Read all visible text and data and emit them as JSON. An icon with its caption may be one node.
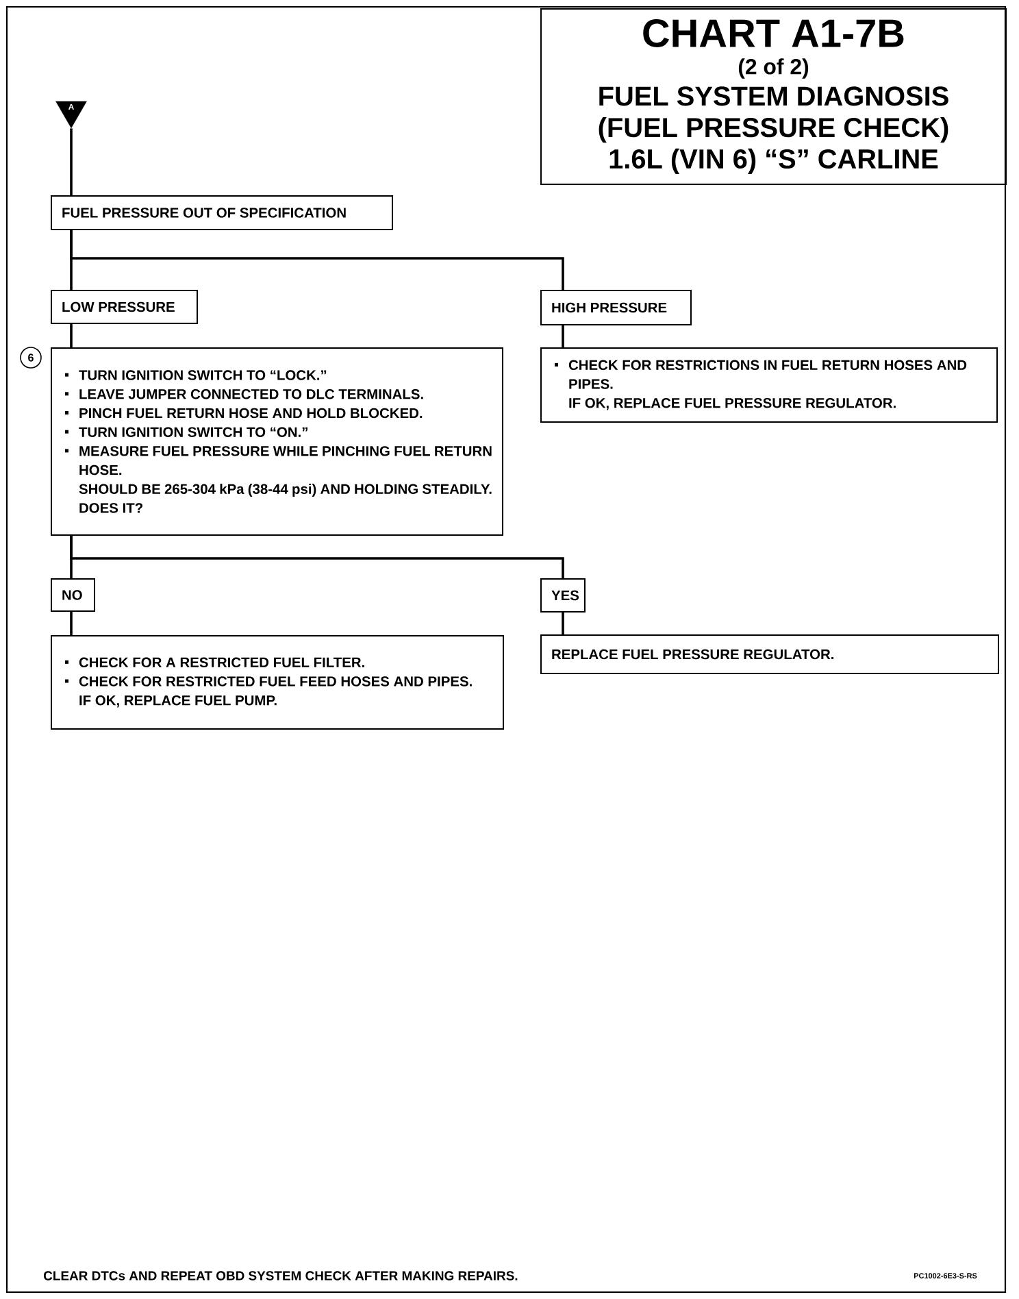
{
  "diagram": {
    "nodes": [
      {
        "text": [
          "CHART A1-7B",
          "(2 of 2)",
          "FUEL SYSTEM DIAGNOSIS",
          "(FUEL PRESSURE CHECK)",
          "1.6L (VIN 6) “S” CARLINE"
        ]
      },
      {
        "text": [
          "A"
        ]
      },
      {
        "text": [
          "FUEL PRESSURE OUT OF SPECIFICATION"
        ]
      },
      {
        "text": [
          "LOW PRESSURE"
        ]
      },
      {
        "text": [
          "HIGH PRESSURE"
        ]
      },
      {
        "text": [
          "TURN IGNITION SWITCH TO “LOCK.”",
          "LEAVE JUMPER CONNECTED TO DLC TERMINALS.",
          "PINCH FUEL RETURN HOSE AND HOLD BLOCKED.",
          "TURN IGNITION SWITCH TO “ON.”",
          "MEASURE FUEL PRESSURE WHILE PINCHING FUEL RETURN HOSE.",
          "SHOULD BE 265-304 kPa (38-44 psi) AND HOLDING STEADILY.",
          "DOES IT?"
        ],
        "beside": [
          "6"
        ]
      },
      {
        "text": [
          "CHECK FOR RESTRICTIONS IN FUEL RETURN HOSES AND PIPES.",
          "IF OK, REPLACE FUEL PRESSURE REGULATOR."
        ]
      },
      {
        "text": [
          "NO"
        ]
      },
      {
        "text": [
          "YES"
        ]
      },
      {
        "text": [
          "CHECK FOR A RESTRICTED FUEL FILTER.",
          "CHECK FOR RESTRICTED FUEL FEED HOSES AND PIPES.",
          "IF OK, REPLACE FUEL PUMP."
        ]
      },
      {
        "text": [
          "REPLACE FUEL PRESSURE REGULATOR."
        ]
      }
    ],
    "edges": [
      {
        "from": 1,
        "to": 2,
        "arrow": "none"
      },
      {
        "from": 2,
        "to": 3,
        "arrow": "none"
      },
      {
        "from": 2,
        "to": 4,
        "arrow": "none"
      },
      {
        "from": 3,
        "to": 5,
        "arrow": "none"
      },
      {
        "from": 4,
        "to": 6,
        "arrow": "none"
      },
      {
        "from": 5,
        "to": 7,
        "arrow": "none"
      },
      {
        "from": 5,
        "to": 8,
        "arrow": "none"
      },
      {
        "from": 7,
        "to": 9,
        "arrow": "none"
      },
      {
        "from": 8,
        "to": 10,
        "arrow": "none"
      }
    ],
    "labels": [
      "CLEAR DTCs AND REPEAT OBD SYSTEM CHECK AFTER MAKING REPAIRS.",
      "PC1002-6E3-S-RS"
    ]
  }
}
